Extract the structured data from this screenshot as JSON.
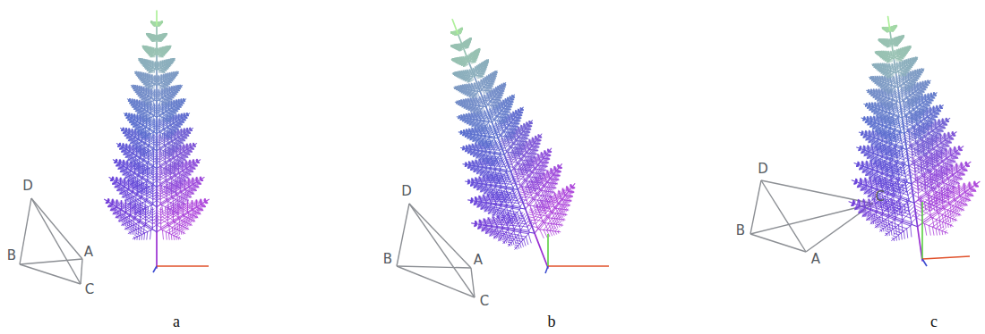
{
  "diagram": {
    "labels": [
      "D",
      "B",
      "A",
      "C",
      "a",
      "D",
      "B",
      "A",
      "C",
      "b",
      "D",
      "B",
      "A",
      "C",
      "c"
    ]
  }
}
